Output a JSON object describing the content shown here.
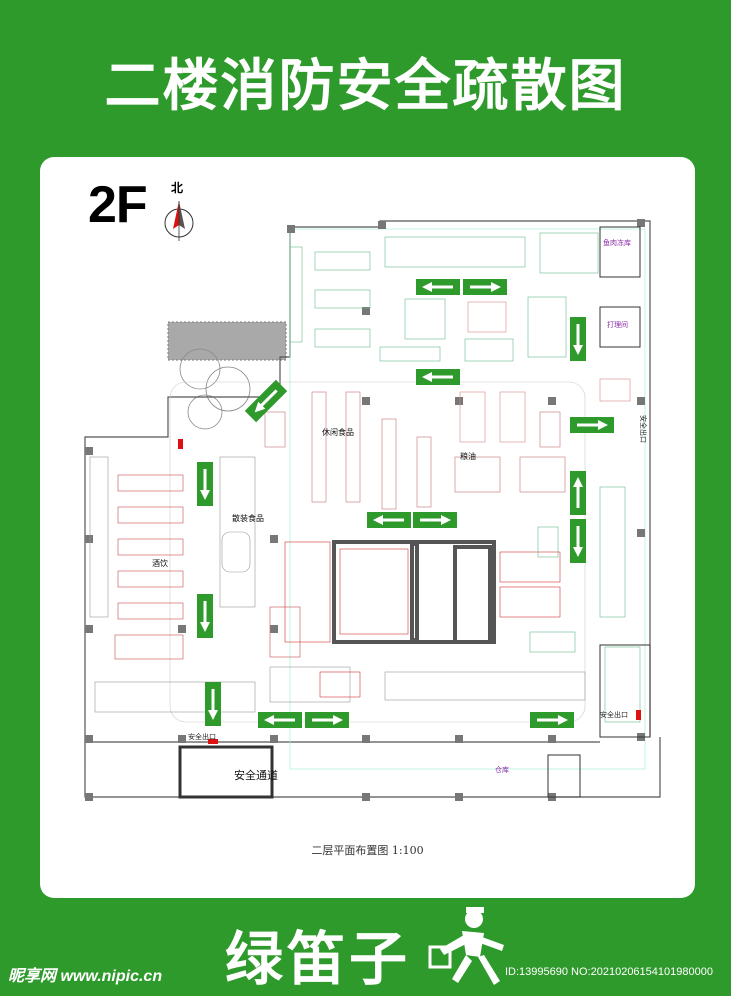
{
  "title": "二楼消防安全疏散图",
  "floor_badge": "2F",
  "compass": {
    "north_label": "北"
  },
  "plan": {
    "caption": "二层平面布置图 1:100",
    "room_labels": {
      "snack": "休闲食品",
      "bulk_food": "散装食品",
      "grain_oil": "粮油",
      "drinks": "酒饮",
      "meat_freezer": "鱼肉冻库",
      "prep_room": "打理间",
      "warehouse": "仓库",
      "safety_passage": "安全通道",
      "exit_left": "安全出口",
      "exit_right_top": "安全出口",
      "exit_right_bottom": "安全出口"
    }
  },
  "brand": "绿笛子",
  "watermark": {
    "site": "昵享网 www.nipic.cn",
    "id": "ID:13995690 NO:20210206154101980000"
  },
  "colors": {
    "background": "#2f9a2c",
    "arrow_green": "#2f9a2c",
    "panel": "#ffffff"
  }
}
